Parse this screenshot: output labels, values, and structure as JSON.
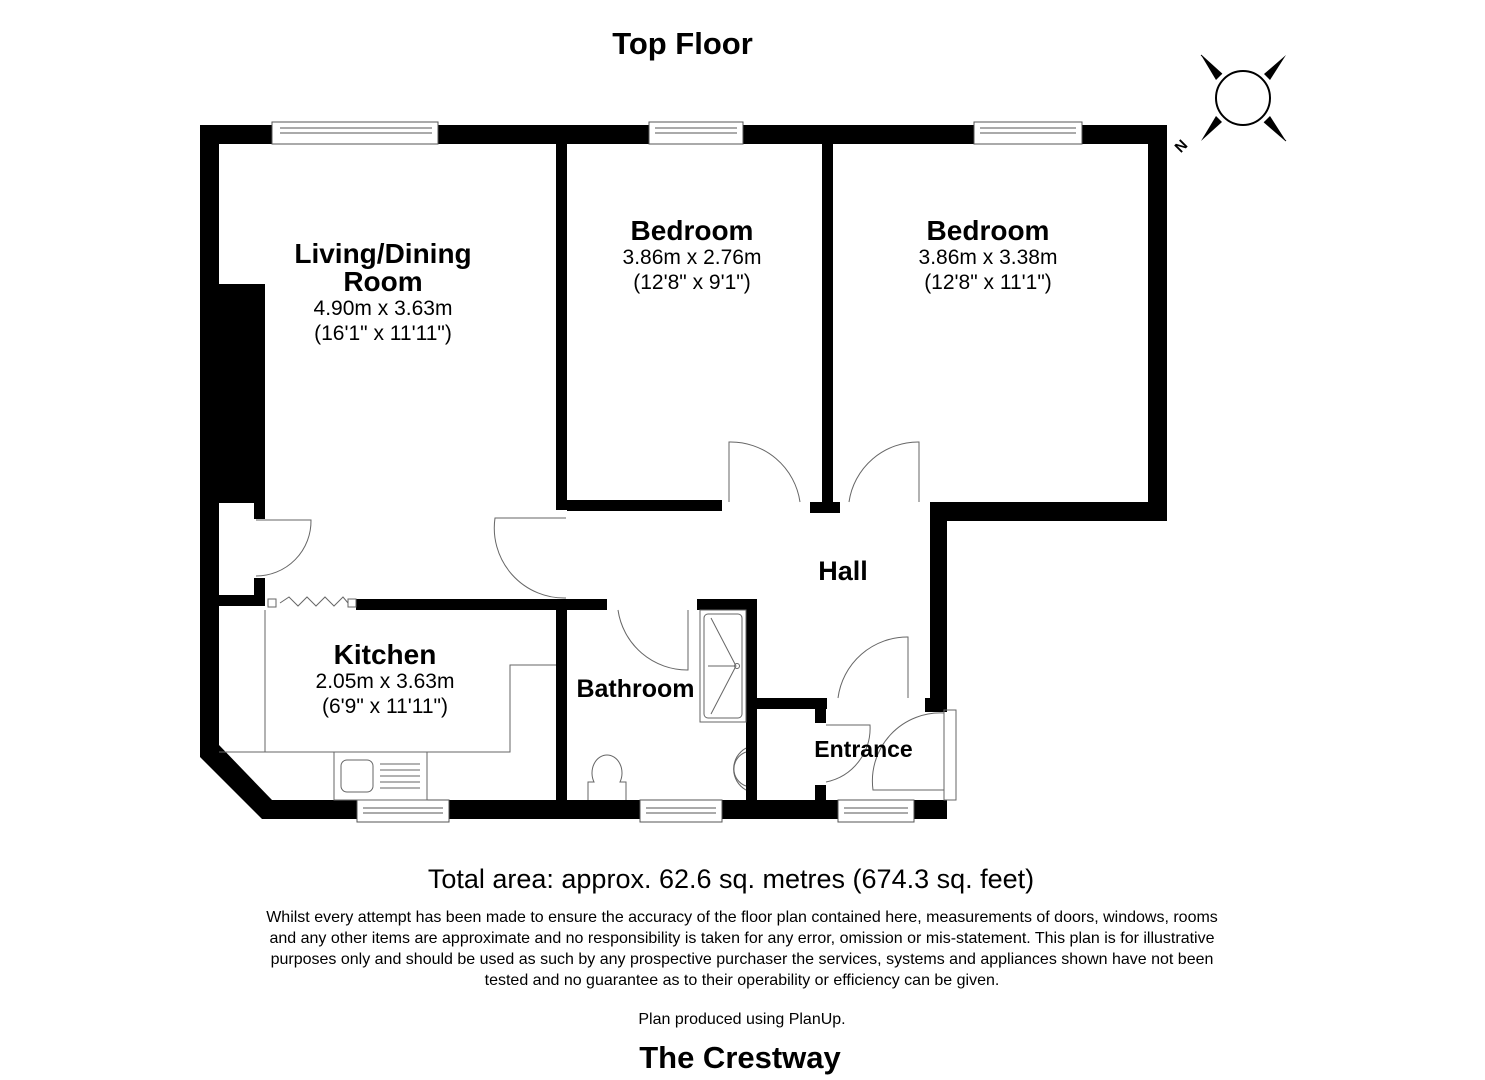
{
  "header": {
    "floor_title": "Top Floor"
  },
  "compass": {
    "icon": "compass-north-icon",
    "north_label": "N"
  },
  "rooms": {
    "living": {
      "name_line1": "Living/Dining",
      "name_line2": "Room",
      "metric": "4.90m x 3.63m",
      "imperial": "(16'1\" x 11'11\")"
    },
    "bedroom1": {
      "name": "Bedroom",
      "metric": "3.86m x 2.76m",
      "imperial": "(12'8\" x 9'1\")"
    },
    "bedroom2": {
      "name": "Bedroom",
      "metric": "3.86m x 3.38m",
      "imperial": "(12'8\" x 11'1\")"
    },
    "hall": {
      "name": "Hall"
    },
    "kitchen": {
      "name": "Kitchen",
      "metric": "2.05m x 3.63m",
      "imperial": "(6'9\" x 11'11\")"
    },
    "bathroom": {
      "name": "Bathroom"
    },
    "entrance": {
      "name": "Entrance"
    }
  },
  "footer": {
    "total_area": "Total area: approx. 62.6 sq. metres (674.3 sq. feet)",
    "disclaimer": "Whilst every attempt has been made to ensure the accuracy of the floor plan contained here, measurements of doors, windows, rooms and any other items are approximate and no responsibility is taken for any error, omission or mis-statement. This plan is for illustrative purposes only and should be used as such by any prospective purchaser the services, systems and appliances shown have not been tested and no guarantee as to their operability or efficiency can be given.",
    "credit": "Plan produced using PlanUp.",
    "property_name": "The Crestway"
  },
  "colors": {
    "wall": "#000000",
    "line": "#555555",
    "background": "#ffffff"
  }
}
